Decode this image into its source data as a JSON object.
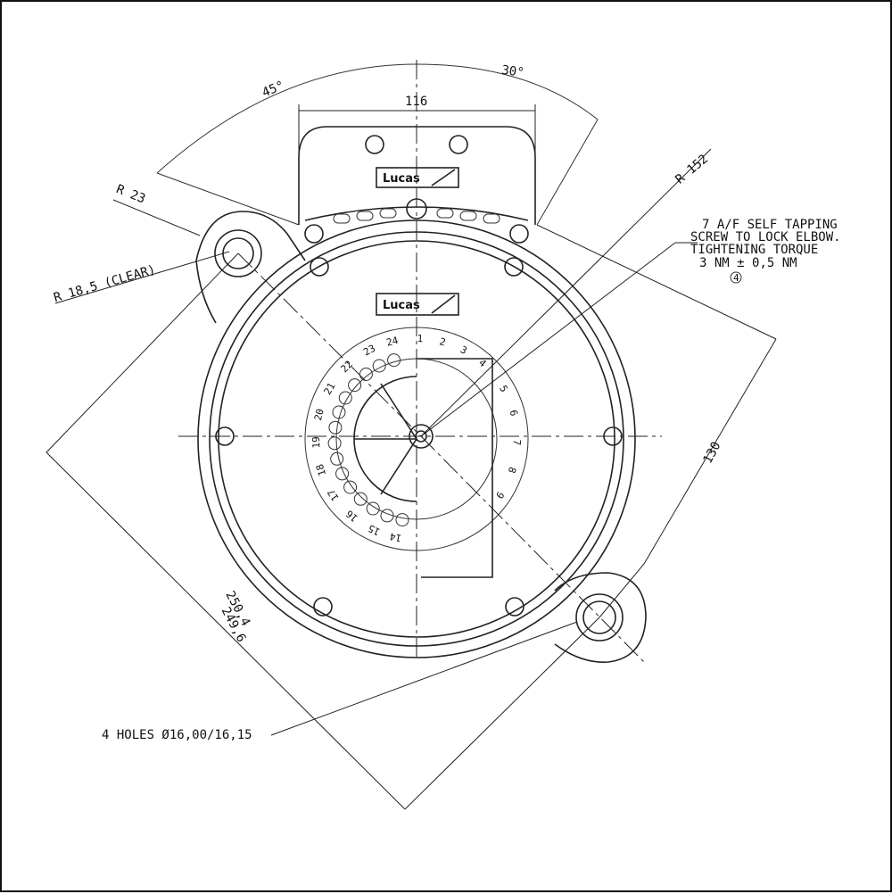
{
  "drawing": {
    "dims": {
      "angle_left": "45°",
      "angle_right": "30°",
      "width_top": "116",
      "radius_outer": "R 152",
      "radius_lug": "R 23",
      "radius_clear": "R 18,5 (CLEAR)",
      "dist_130": "130",
      "diag_upper": "250,4",
      "diag_lower": "249,6"
    },
    "notes": {
      "screw_line1": "7 A/F SELF TAPPING",
      "screw_line2": "SCREW TO LOCK ELBOW.",
      "screw_line3": "TIGHTENING TORQUE",
      "screw_line4": "3 NM ± 0,5 NM",
      "screw_ref": "4",
      "holes": "4 HOLES Ø16,00/16,15"
    },
    "logo_top": "Lucas",
    "logo_main": "Lucas",
    "ring_numbers": [
      "1",
      "2",
      "3",
      "4",
      "5",
      "6",
      "7",
      "8",
      "9",
      "14",
      "15",
      "16",
      "17",
      "18",
      "19",
      "20",
      "21",
      "22",
      "23",
      "24"
    ]
  }
}
